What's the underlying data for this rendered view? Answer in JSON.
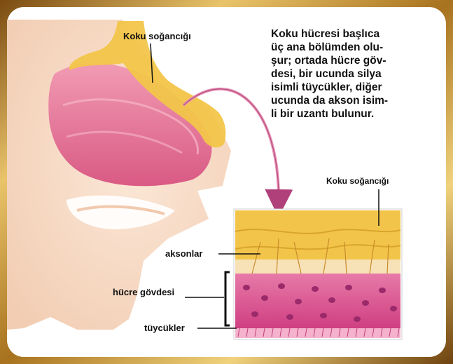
{
  "labels": {
    "olfactory_bulb_top": "Koku soğancığı",
    "olfactory_bulb_right": "Koku soğancığı",
    "axons": "aksonlar",
    "cell_body": "hücre gövdesi",
    "cilia": "tüycükler"
  },
  "description_lines": [
    "Koku hücresi başlıca",
    "üç ana bölümden olu-",
    "şur; ortada hücre göv-",
    "desi, bir ucunda silya",
    "isimli tüycükler, diğer",
    "ucunda da akson isim-",
    "li bir uzantı bulunur."
  ],
  "colors": {
    "frame_gold": "#b8862a",
    "skin": "#f7ddc8",
    "nasal_cavity_pink": "#de6f92",
    "bulb_yellow": "#f2c54a",
    "cell_pink": "#d8508c"
  }
}
